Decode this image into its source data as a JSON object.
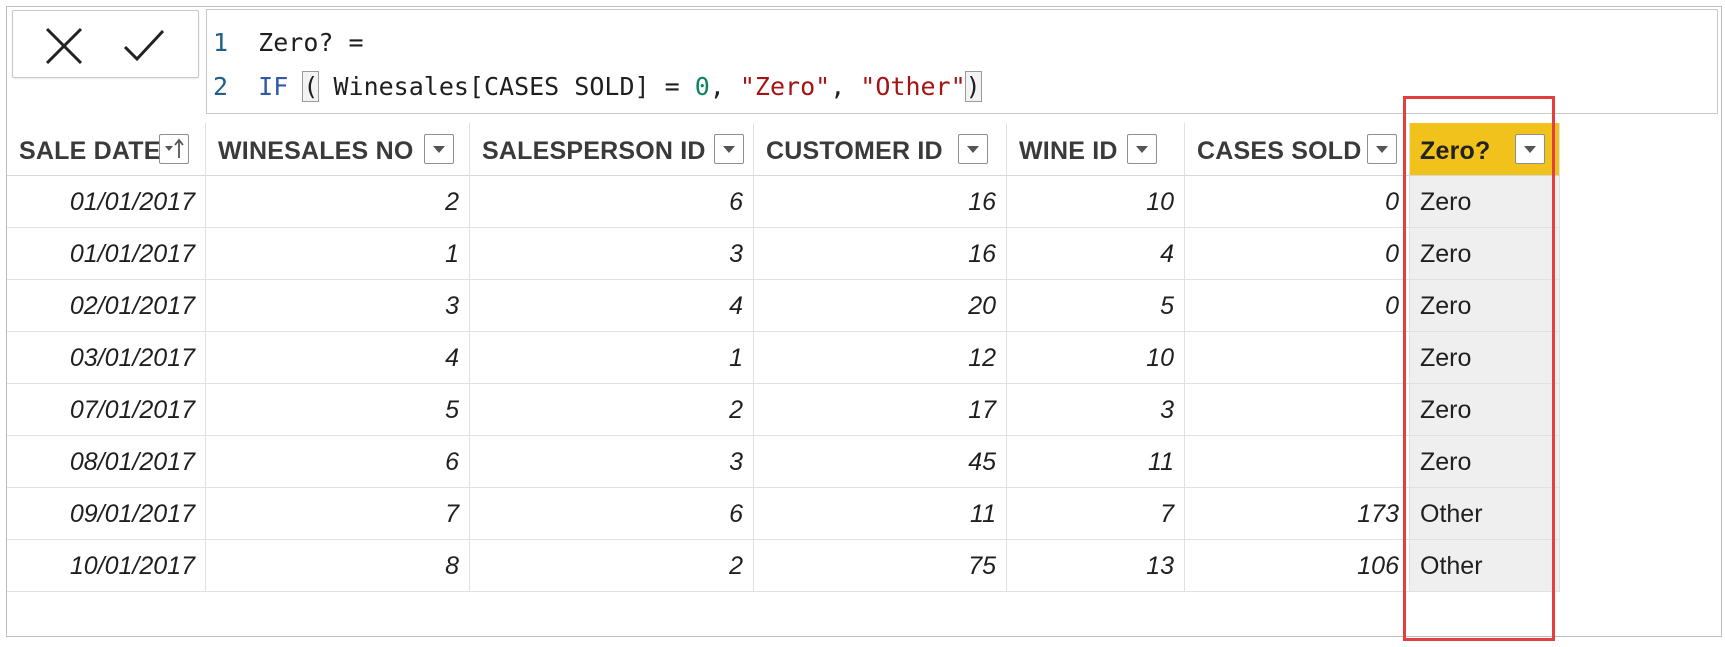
{
  "formula_bar": {
    "line1": {
      "num": "1",
      "text": "Zero? ="
    },
    "line2": {
      "num": "2",
      "kw_if": "IF",
      "open_paren": "(",
      "expr": "Winesales[CASES SOLD] = ",
      "zero": "0",
      "sep1": ", ",
      "str_zero": "\"Zero\"",
      "sep2": ", ",
      "str_other": "\"Other\"",
      "close_paren": ")"
    }
  },
  "table": {
    "columns": [
      {
        "label": "SALE DATE",
        "icon": "sort-ascending-icon"
      },
      {
        "label": "WINESALES NO",
        "icon": "dropdown-icon"
      },
      {
        "label": "SALESPERSON ID",
        "icon": "dropdown-icon"
      },
      {
        "label": "CUSTOMER ID",
        "icon": "dropdown-icon"
      },
      {
        "label": "WINE ID",
        "icon": "dropdown-icon"
      },
      {
        "label": "CASES SOLD",
        "icon": "dropdown-icon"
      },
      {
        "label": "Zero?",
        "icon": "dropdown-icon",
        "selected": true
      }
    ],
    "rows": [
      [
        "01/01/2017",
        "2",
        "6",
        "16",
        "10",
        "0",
        "Zero"
      ],
      [
        "01/01/2017",
        "1",
        "3",
        "16",
        "4",
        "0",
        "Zero"
      ],
      [
        "02/01/2017",
        "3",
        "4",
        "20",
        "5",
        "0",
        "Zero"
      ],
      [
        "03/01/2017",
        "4",
        "1",
        "12",
        "10",
        "",
        "Zero"
      ],
      [
        "07/01/2017",
        "5",
        "2",
        "17",
        "3",
        "",
        "Zero"
      ],
      [
        "08/01/2017",
        "6",
        "3",
        "45",
        "11",
        "",
        "Zero"
      ],
      [
        "09/01/2017",
        "7",
        "6",
        "11",
        "7",
        "173",
        "Other"
      ],
      [
        "10/01/2017",
        "8",
        "2",
        "75",
        "13",
        "106",
        "Other"
      ]
    ]
  },
  "colors": {
    "selected_header": "#f1c21b",
    "highlight_border": "#e0403f",
    "new_column_bg": "#efefef"
  }
}
